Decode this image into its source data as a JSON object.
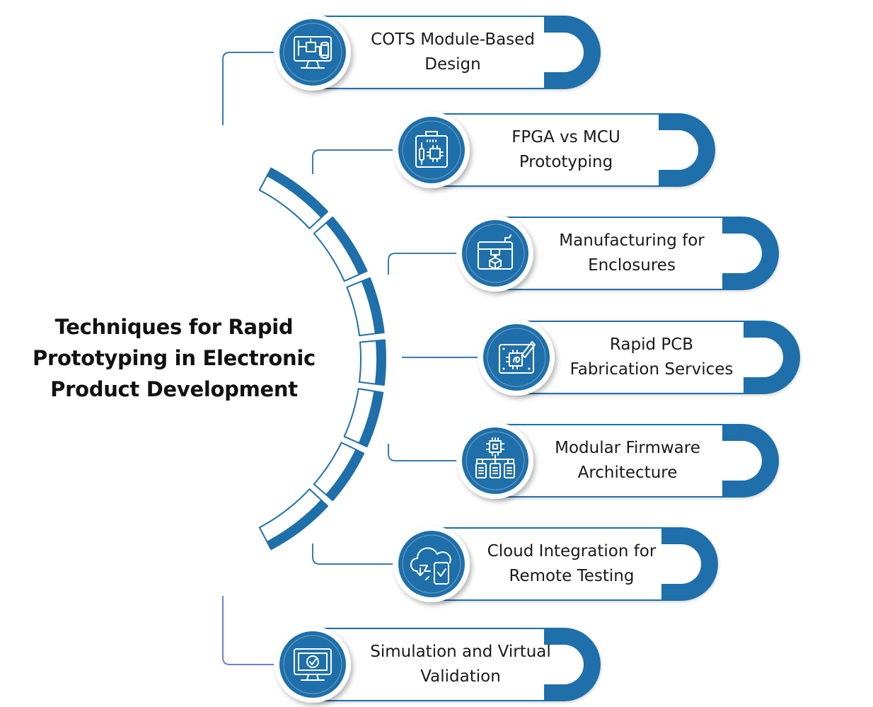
{
  "title": {
    "line1": "Techniques for Rapid",
    "line2": "Prototyping in Electronic",
    "line3": "Product Development"
  },
  "items": [
    {
      "icon": "circuit-board-monitor-icon",
      "line1": "COTS Module-Based",
      "line2": "Design"
    },
    {
      "icon": "chip-board-icon",
      "line1": "FPGA vs MCU",
      "line2": "Prototyping"
    },
    {
      "icon": "3d-printer-icon",
      "line1": "Manufacturing for",
      "line2": "Enclosures"
    },
    {
      "icon": "pcb-design-icon",
      "line1": "Rapid PCB",
      "line2": "Fabrication Services"
    },
    {
      "icon": "firmware-architecture-icon",
      "line1": "Modular Firmware",
      "line2": "Architecture"
    },
    {
      "icon": "cloud-device-icon",
      "line1": "Cloud Integration for",
      "line2": "Remote Testing"
    },
    {
      "icon": "monitor-check-icon",
      "line1": "Simulation and Virtual",
      "line2": "Validation"
    }
  ],
  "colors": {
    "primary_blue": "#1f6faa",
    "connector_blue": "#3a7bb4",
    "last_connector": "#6f7fd0",
    "text": "#1a1a1a"
  }
}
